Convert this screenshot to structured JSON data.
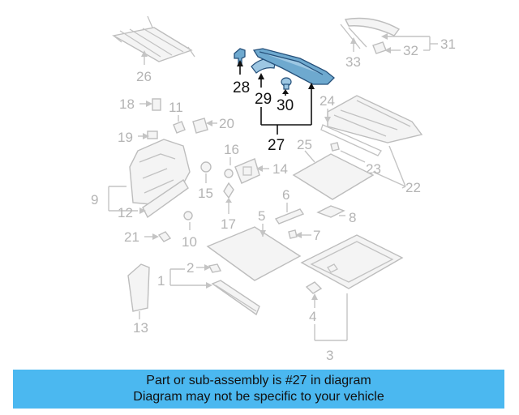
{
  "labels": {
    "l1": "1",
    "l2": "2",
    "l3": "3",
    "l4": "4",
    "l5": "5",
    "l6": "6",
    "l7": "7",
    "l8": "8",
    "l9": "9",
    "l10": "10",
    "l11": "11",
    "l12": "12",
    "l13": "13",
    "l14": "14",
    "l15": "15",
    "l16": "16",
    "l17": "17",
    "l18": "18",
    "l19": "19",
    "l20": "20",
    "l21": "21",
    "l22": "22",
    "l23": "23",
    "l24": "24",
    "l25": "25",
    "l26": "26",
    "l27": "27",
    "l28": "28",
    "l29": "29",
    "l30": "30",
    "l31": "31",
    "l32": "32",
    "l33": "33"
  },
  "highlighted_part": "27",
  "banner": {
    "line1": "Part or sub-assembly is #27 in diagram",
    "line2": "Diagram may not be specific to your vehicle"
  },
  "colors": {
    "highlight_fill": "#6ea9cf",
    "highlight_stroke": "#25507a",
    "banner_bg": "#4bb8f0",
    "gray_part": "#bdbdbd"
  }
}
